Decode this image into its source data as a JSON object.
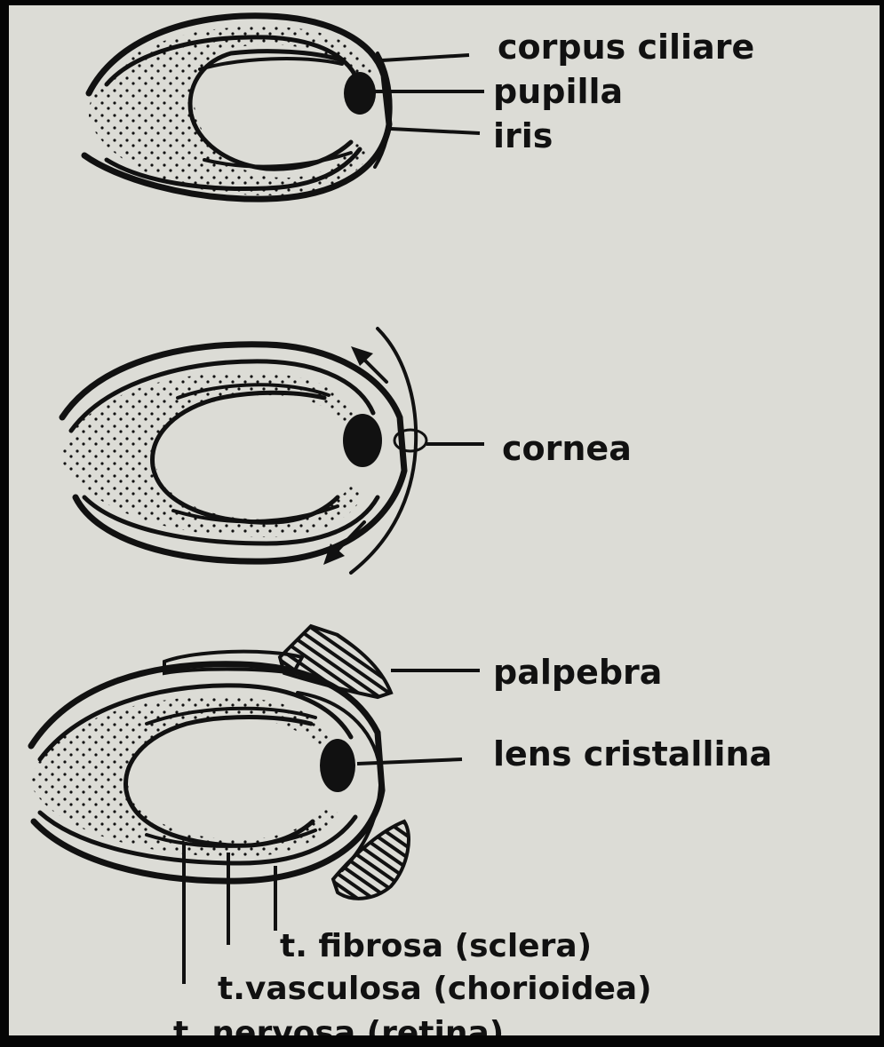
{
  "figure": {
    "stage1": {
      "labels": {
        "corpus_ciliare": "corpus ciliare",
        "pupilla": "pupilla",
        "iris": "iris"
      }
    },
    "stage2": {
      "labels": {
        "cornea": "cornea"
      }
    },
    "stage3": {
      "labels": {
        "palpebra": "palpebra",
        "lens_cristallina": "lens cristallina",
        "t_fibrosa": "t. fibrosa (sclera)",
        "t_vasculosa": "t.vasculosa (chorioidea)",
        "t_nervosa": "t. nervosa (retina)."
      }
    },
    "colors": {
      "paper": "#dcdcd6",
      "ink": "#111111",
      "frame": "#050505"
    }
  }
}
